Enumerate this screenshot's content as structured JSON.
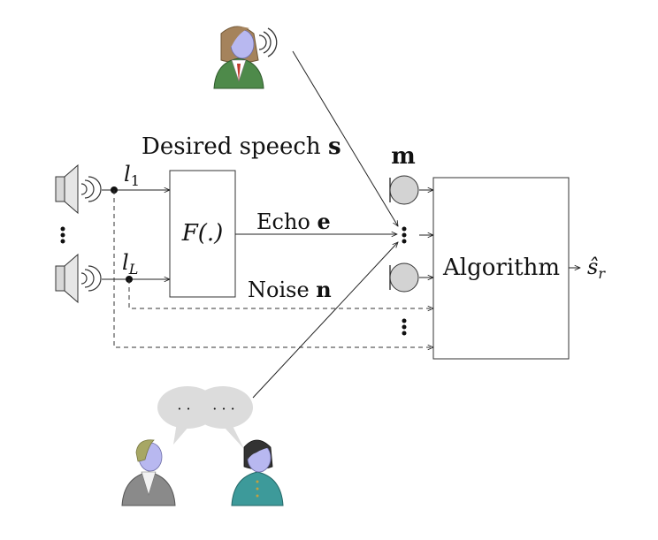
{
  "labels": {
    "desired_speech": "Desired speech",
    "desired_speech_symbol": "s",
    "echo": "Echo",
    "echo_symbol": "e",
    "noise": "Noise",
    "noise_symbol": "n",
    "mic_array": "m",
    "filter": "F(.)",
    "algorithm": "Algorithm",
    "output_hat": "ŝ",
    "output_sub": "r",
    "loudspeaker_1": "l",
    "loudspeaker_1_sub": "1",
    "loudspeaker_L": "l",
    "loudspeaker_L_sub": "L",
    "bubble_dots_left": "· ·",
    "bubble_dots_right": "· · ·"
  },
  "icons": {
    "desired_speaker": "woman-speaking-icon",
    "loudspeaker": "loudspeaker-icon",
    "microphone": "microphone-icon",
    "noise_people": "people-talking-icon",
    "speech_bubble": "speech-bubble-icon"
  },
  "colors": {
    "stroke": "#222222",
    "mic_fill": "#d3d3d3",
    "speaker_fill": "#d8d8d8",
    "woman_body": "#4e8a4a",
    "woman_hair": "#a5835c",
    "face": "#b8b8f0",
    "bubble": "#dcdcdc",
    "man_grey": "#8a8a8a",
    "man_hair": "#a7a765",
    "woman_teal": "#3d9a9a",
    "woman_dark_hair": "#333333"
  }
}
